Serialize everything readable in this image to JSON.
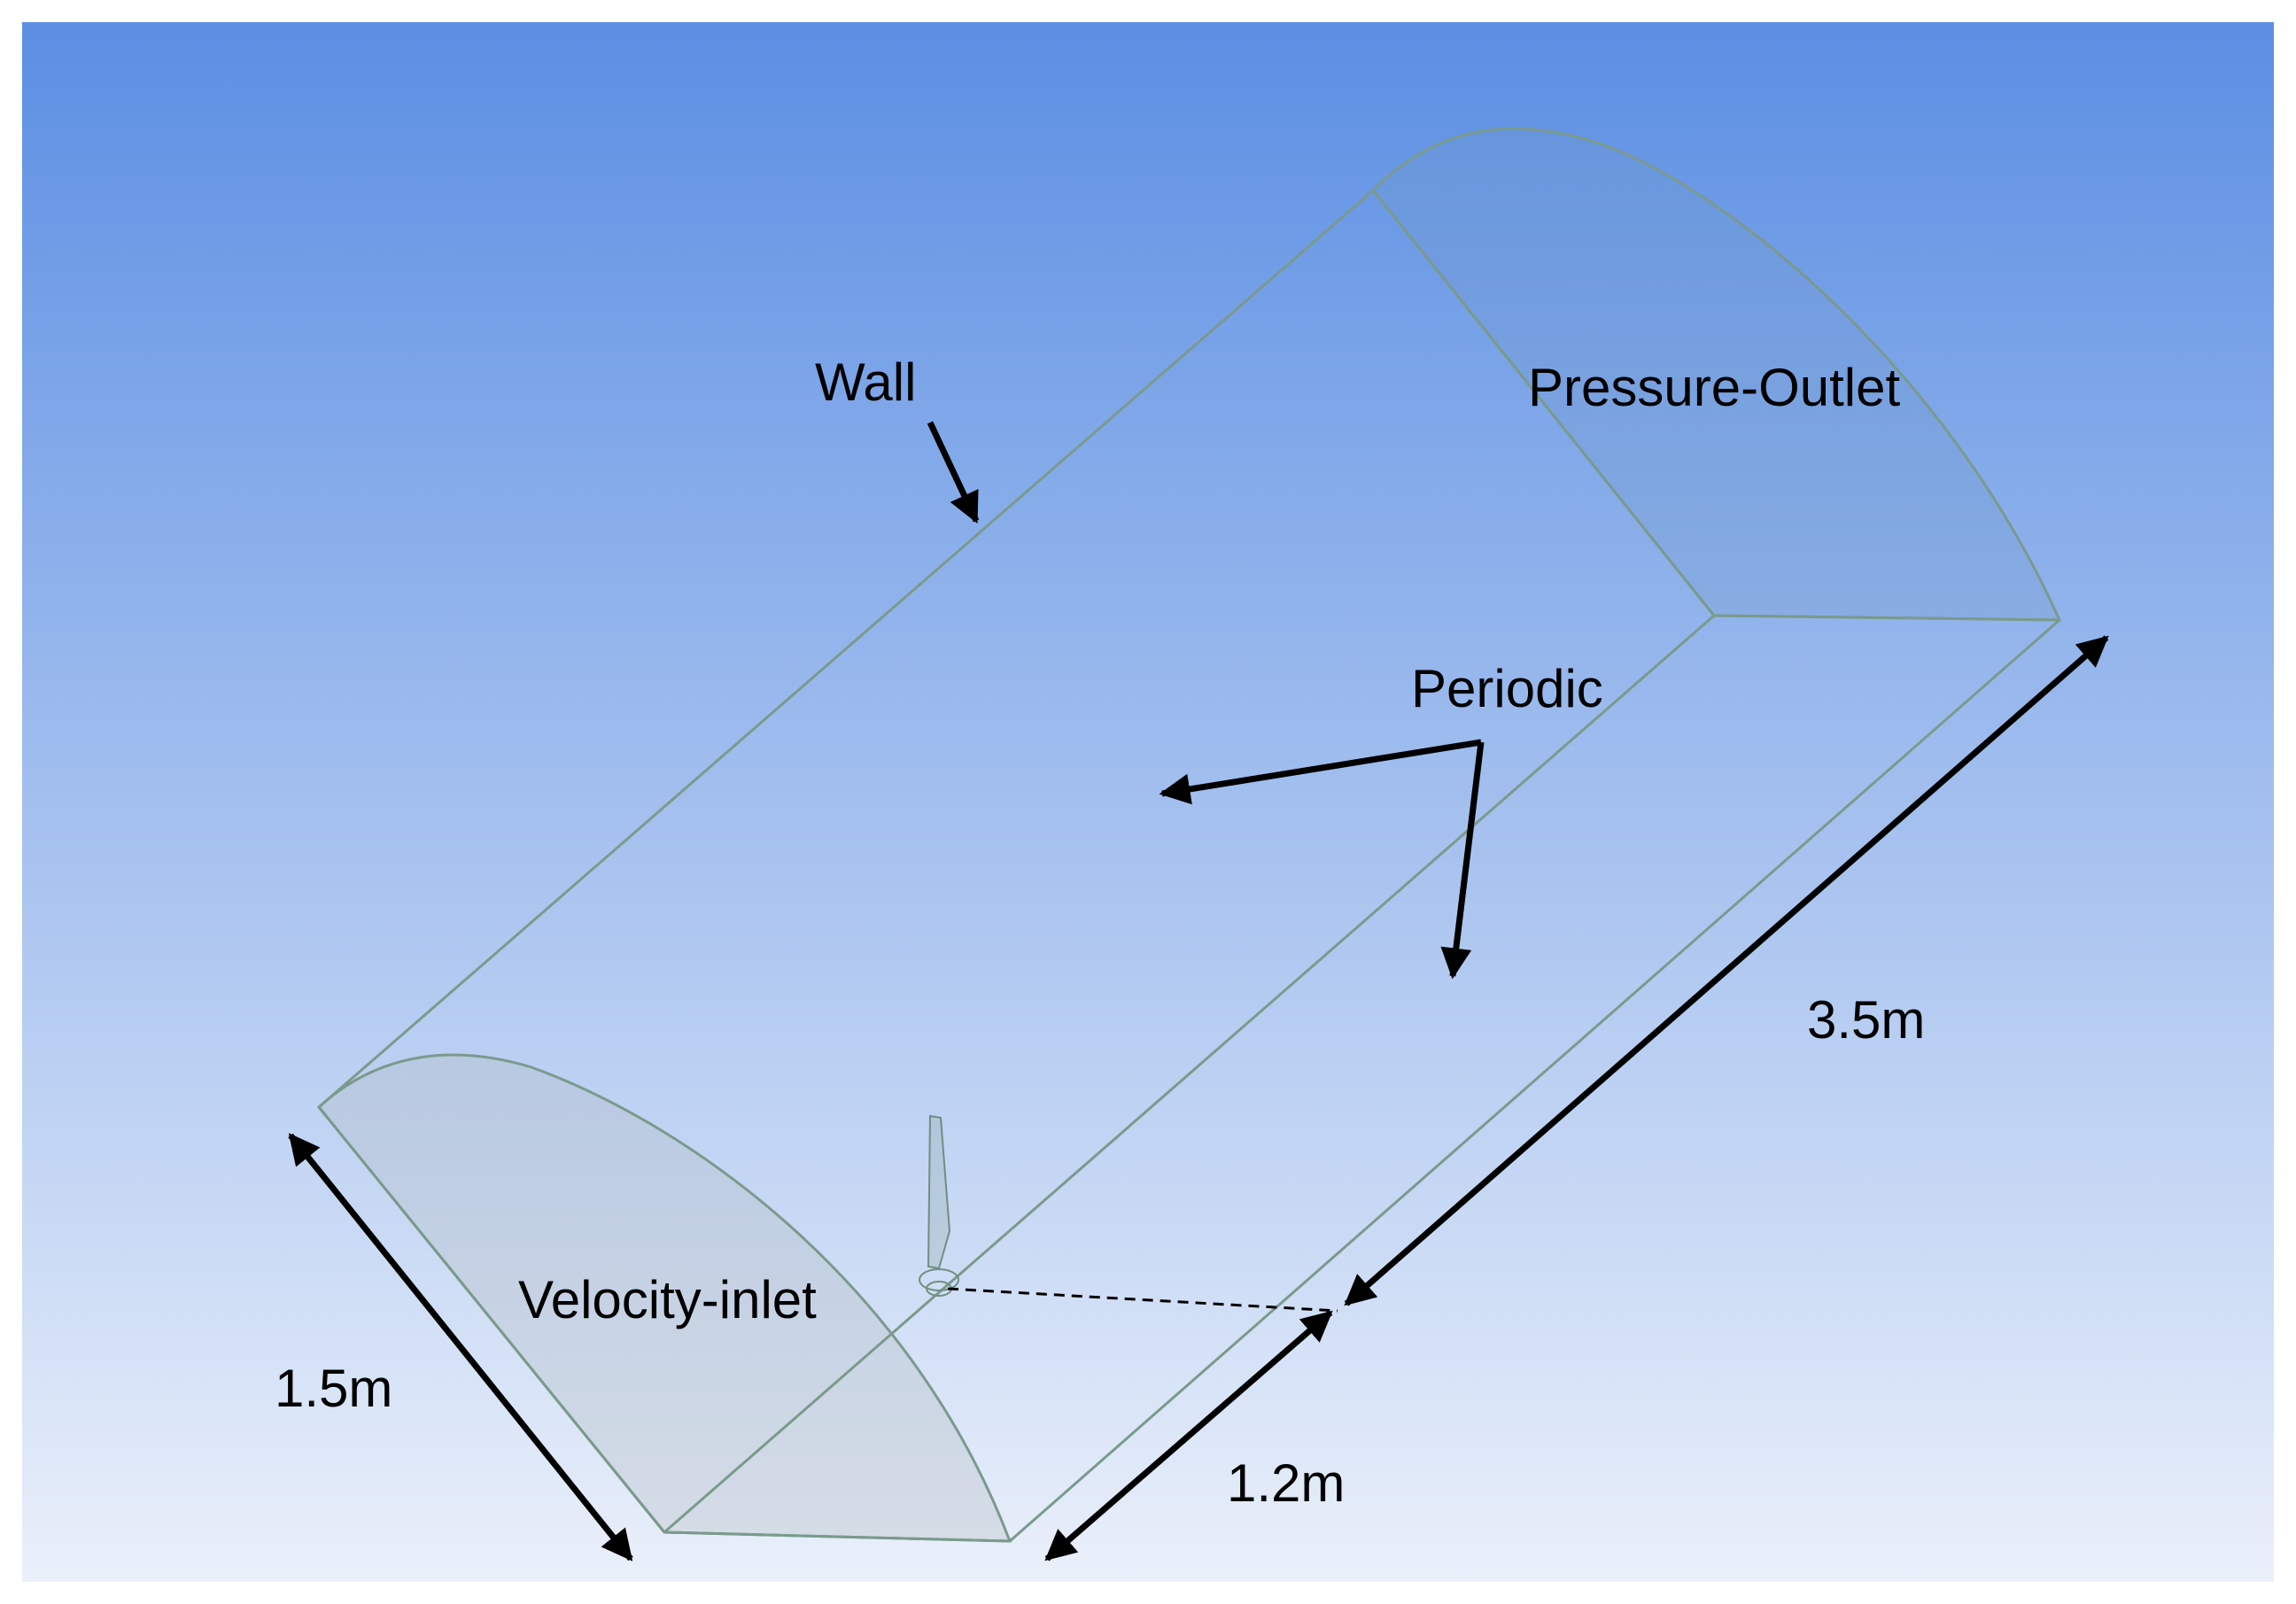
{
  "labels": {
    "wall": "Wall",
    "pressure_outlet": "Pressure-Outlet",
    "periodic": "Periodic",
    "velocity_inlet": "Velocity-inlet",
    "length": "3.5m",
    "height": "1.5m",
    "offset": "1.2m"
  },
  "colors": {
    "background_top": "#5b8ee3",
    "background_bottom": "#eaf0fa",
    "edge": "#7a9a8c",
    "arrow": "#000000"
  }
}
